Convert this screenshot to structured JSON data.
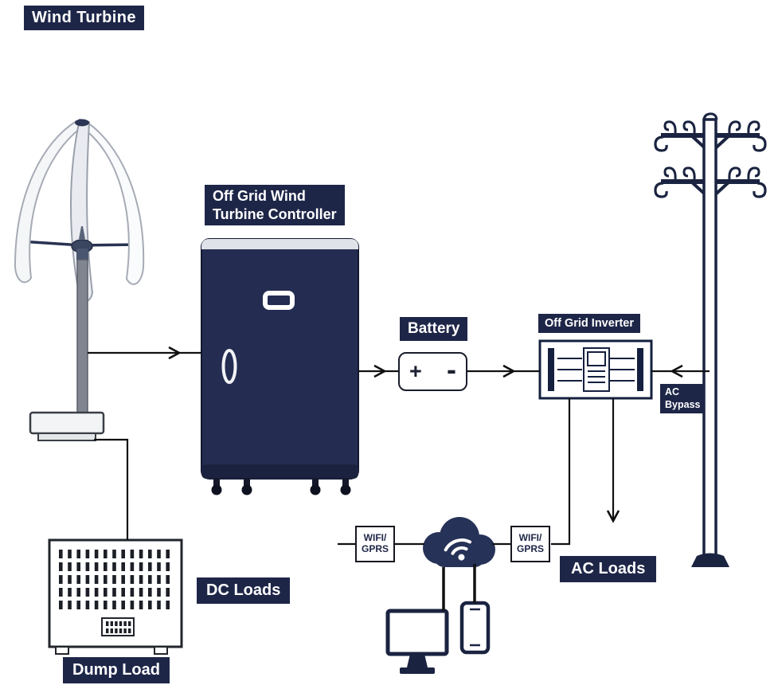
{
  "labels": {
    "wind_turbine": "Wind Turbine",
    "controller_line1": "Off Grid Wind",
    "controller_line2": "Turbine Controller",
    "battery": "Battery",
    "inverter": "Off Grid Inverter",
    "ac_bypass_line1": "AC",
    "ac_bypass_line2": "Bypass",
    "ac_loads": "AC Loads",
    "dc_loads": "DC Loads",
    "dump_load": "Dump Load",
    "wifi_line1": "WIFI/",
    "wifi_line2": "GPRS"
  },
  "battery_symbol": {
    "plus": "+",
    "minus": "-"
  },
  "colors": {
    "label_bg": "#1e2648",
    "cabinet": "#242d51",
    "cloud": "#263257",
    "pole": "#1a2340",
    "line": "#111111",
    "background": "#ffffff"
  }
}
